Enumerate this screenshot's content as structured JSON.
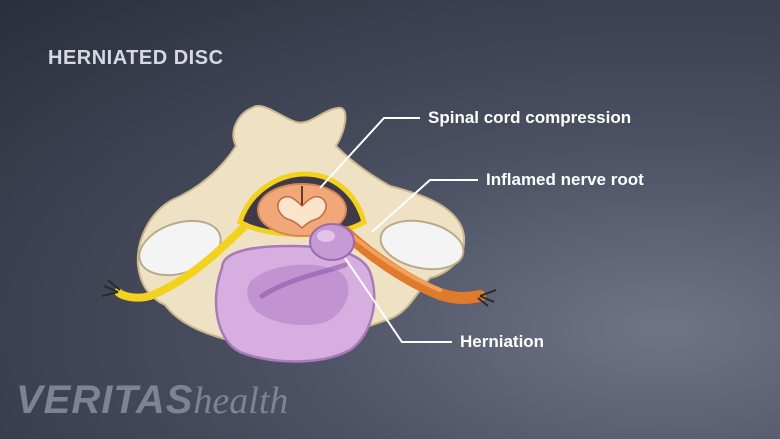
{
  "title": "HERNIATED DISC",
  "labels": {
    "spinal_cord_compression": "Spinal cord compression",
    "inflamed_nerve_root": "Inflamed nerve root",
    "herniation": "Herniation"
  },
  "logo": {
    "brand": "VERITAS",
    "suffix": "health"
  },
  "colors": {
    "bone": "#efe2c4",
    "bone_shadow": "#c9b78f",
    "disc": "#d6aee0",
    "disc_nucleus": "#b07fc4",
    "nerve": "#f2d21e",
    "inflamed_nerve": "#e07a2c",
    "spinal_cord": "#f0a878",
    "leader_line": "#ffffff"
  }
}
